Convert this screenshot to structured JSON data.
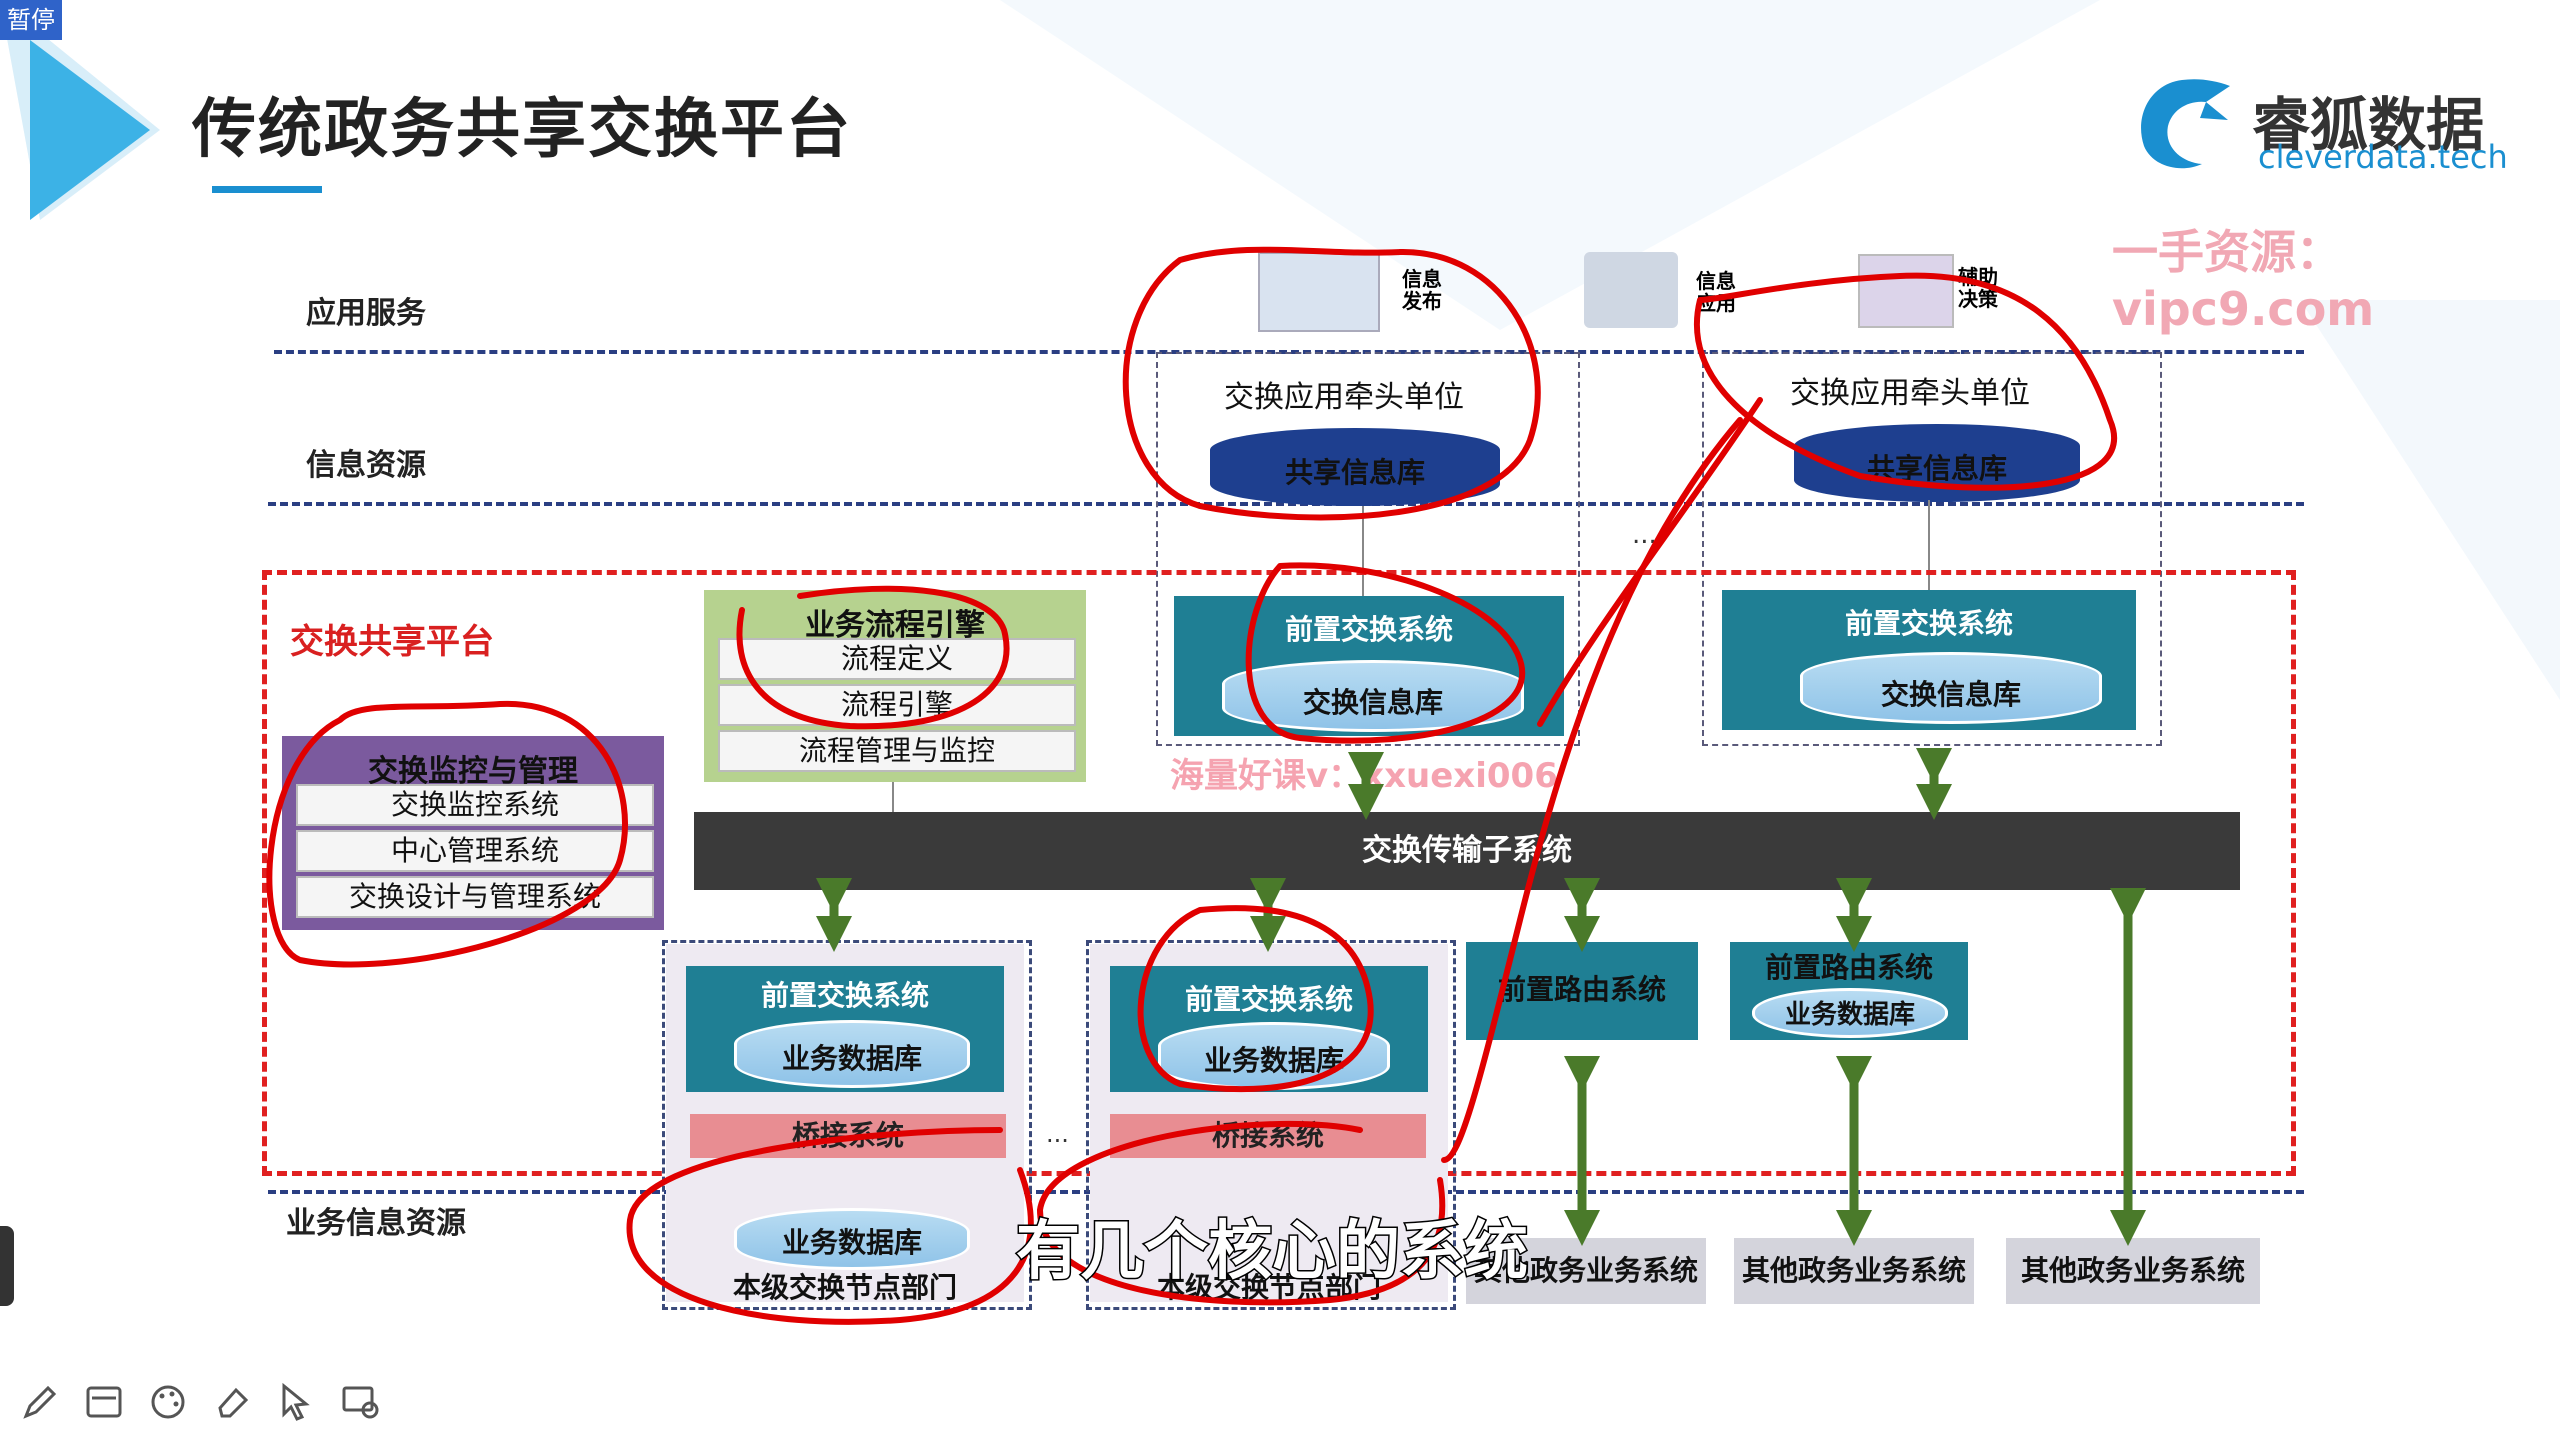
{
  "pause_label": "暂停",
  "title": "传统政务共享交换平台",
  "brand": {
    "name": "睿狐数据",
    "url": "cleverdata.tech"
  },
  "watermarks": {
    "top_right": "一手资源：  vipc9.com",
    "center": "海量好课v：xxuexi006"
  },
  "layers": {
    "app_service": "应用服务",
    "info_resource": "信息资源",
    "biz_info_resource": "业务信息资源"
  },
  "app_icons": {
    "info_publish": "信息\n发布",
    "info_apply": "信息\n应用",
    "assist_decision": "辅助\n决策"
  },
  "lead_units": [
    {
      "title": "交换应用牵头单位",
      "db": "共享信息库"
    },
    {
      "title": "交换应用牵头单位",
      "db": "共享信息库"
    }
  ],
  "platform": {
    "label": "交换共享平台",
    "monitor": {
      "title": "交换监控与管理",
      "items": [
        "交换监控系统",
        "中心管理系统",
        "交换设计与管理系统"
      ]
    },
    "workflow": {
      "title": "业务流程引擎",
      "items": [
        "流程定义",
        "流程引擎",
        "流程管理与监控"
      ]
    },
    "front_exchange_top": [
      {
        "title": "前置交换系统",
        "db": "交换信息库"
      },
      {
        "title": "前置交换系统",
        "db": "交换信息库"
      }
    ],
    "bus": "交换传输子系统",
    "front_exchange_bottom": [
      {
        "title": "前置交换系统",
        "db": "业务数据库",
        "bridge": "桥接系统"
      },
      {
        "title": "前置交换系统",
        "db": "业务数据库",
        "bridge": "桥接系统"
      }
    ],
    "router1": {
      "title": "前置路由系统"
    },
    "router2": {
      "title": "前置路由系统",
      "db": "业务数据库"
    }
  },
  "bottom_nodes": [
    {
      "db": "业务数据库",
      "label": "本级交换节点部门"
    },
    {
      "label": "本级交换节点部门"
    }
  ],
  "other_systems": [
    "其他政务业务系统",
    "其他政务业务系统",
    "其他政务业务系统"
  ],
  "caption": "有几个核心的系统",
  "ellipsis": "...",
  "colors": {
    "accent": "#1a8fd0",
    "red": "#e02020",
    "teal": "#1f7f94",
    "bus": "#3a3a3a"
  }
}
